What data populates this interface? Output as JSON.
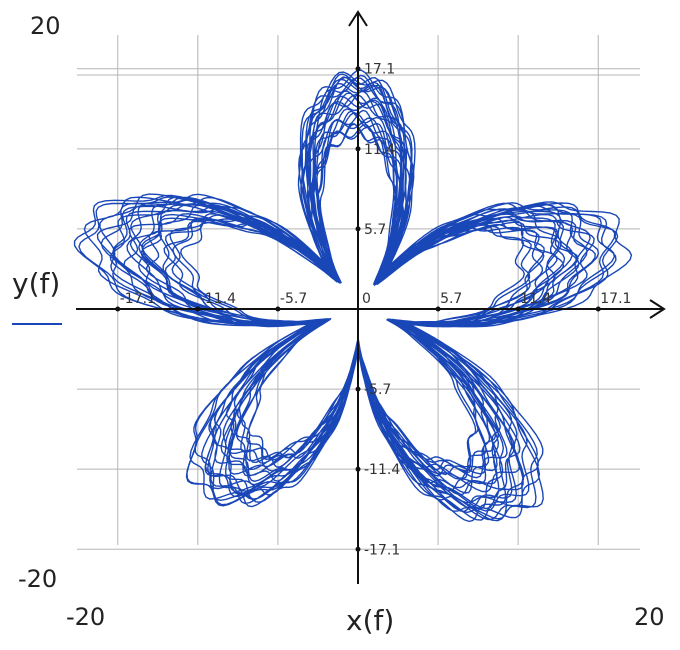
{
  "chart_data": {
    "type": "line",
    "title": "",
    "xlabel": "x(f)",
    "ylabel": "y(f)",
    "xlim": [
      -20,
      20
    ],
    "ylim": [
      -20,
      20
    ],
    "corner_labels": {
      "y_max": "20",
      "y_min": "-20",
      "x_min": "-20",
      "x_max": "20"
    },
    "x_ticks": [
      {
        "value": -17.1,
        "label": "-17.1"
      },
      {
        "value": -11.4,
        "label": "-11.4"
      },
      {
        "value": -5.7,
        "label": "-5.7"
      },
      {
        "value": 0,
        "label": "0"
      },
      {
        "value": 5.7,
        "label": "5.7"
      },
      {
        "value": 11.4,
        "label": "11.4"
      },
      {
        "value": 17.1,
        "label": "17.1"
      }
    ],
    "y_ticks": [
      {
        "value": 17.1,
        "label": "17.1"
      },
      {
        "value": 11.4,
        "label": "11.4"
      },
      {
        "value": 5.7,
        "label": "5.7"
      },
      {
        "value": -5.7,
        "label": "-5.7"
      },
      {
        "value": -11.4,
        "label": "-11.4"
      },
      {
        "value": -17.1,
        "label": "-17.1"
      }
    ],
    "grid": true,
    "legend": "left",
    "series": [
      {
        "name": "y(f)",
        "color": "#1a47b8",
        "curve": {
          "form": "polar",
          "petals": 5,
          "outer_radius": 18.9,
          "inner_radius": 3.2,
          "ripples": 35,
          "ripple_amplitude": 0.45,
          "turns": 24,
          "spiral_growth": 0.12
        }
      }
    ]
  }
}
